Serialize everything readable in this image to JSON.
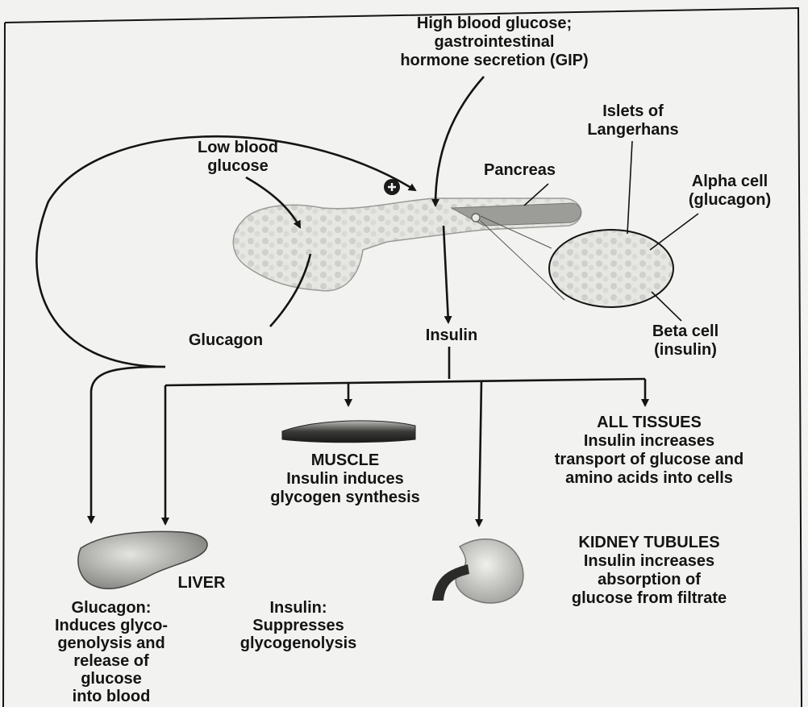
{
  "labels": {
    "stimulus": [
      "High blood glucose;",
      "gastrointestinal",
      "hormone secretion (GIP)"
    ],
    "low_glucose": [
      "Low blood",
      "glucose"
    ],
    "islets": [
      "Islets of",
      "Langerhans"
    ],
    "pancreas": "Pancreas",
    "alpha_cell": [
      "Alpha cell",
      "(glucagon)"
    ],
    "beta_cell": [
      "Beta cell",
      "(insulin)"
    ],
    "glucagon": "Glucagon",
    "insulin": "Insulin",
    "all_tissues": [
      "ALL TISSUES",
      "Insulin increases",
      "transport of glucose and",
      "amino acids into cells"
    ],
    "muscle": [
      "MUSCLE",
      "Insulin induces",
      "glycogen synthesis"
    ],
    "kidney": [
      "KIDNEY TUBULES",
      "Insulin increases",
      "absorption of",
      "glucose from filtrate"
    ],
    "liver": "LIVER",
    "liver_glucagon": [
      "Glucagon:",
      "Induces glyco-",
      "genolysis and",
      "release of",
      "glucose",
      "into blood"
    ],
    "liver_insulin": [
      "Insulin:",
      "Suppresses",
      "glycogenolysis"
    ]
  },
  "colors": {
    "ink": "#141414",
    "paper": "#f2f2f0",
    "organ_fill": "#d4d4d0",
    "organ_dark": "#8a8a86"
  },
  "icons": {
    "stimulation_marker": "plus-circle-icon"
  }
}
